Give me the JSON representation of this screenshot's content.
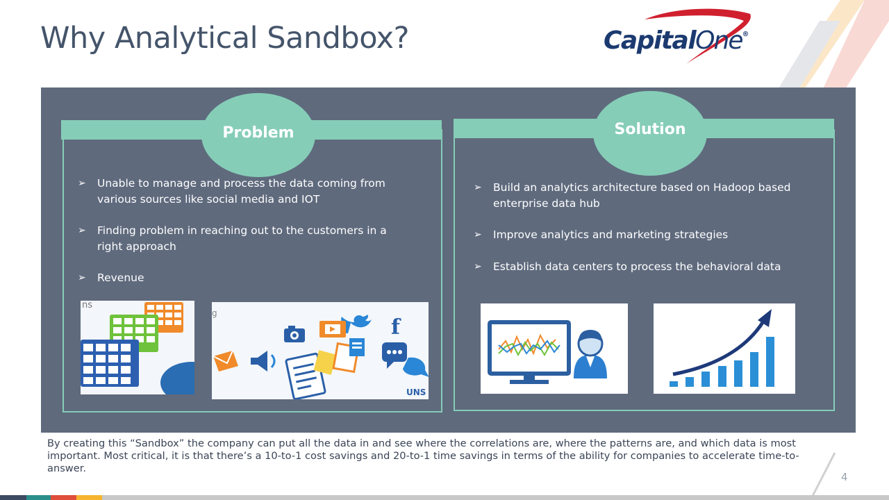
{
  "slide": {
    "title": "Why Analytical Sandbox?",
    "page_number": "4"
  },
  "logo": {
    "part1": "Capital",
    "part2": "One",
    "registered": "®"
  },
  "problem": {
    "heading": "Problem",
    "items": [
      "Unable to manage and process the data coming from various sources like social media and IOT",
      "Finding problem in reaching out to the customers in a right approach",
      "Revenue"
    ]
  },
  "solution": {
    "heading": "Solution",
    "items": [
      "Build an analytics architecture based on Hadoop based enterprise data hub",
      "Improve analytics and marketing strategies",
      "Establish data centers to process the behavioral data"
    ]
  },
  "image_text": {
    "left_cut": "ns",
    "unstructured_cut": "UNS"
  },
  "caption": "By creating this “Sandbox” the company can put all the data in and see where the correlations are, where the patterns are, and which data is most important. Most critical, it is that there’s a 10-to-1 cost savings and 20-to-1 time savings in terms of the ability for companies to accelerate time-to-answer.",
  "colors": {
    "panel": "#5f6a7d",
    "accent": "#86cdb7",
    "title": "#44546a",
    "logo_blue": "#1b3a70",
    "logo_red": "#d0202e"
  },
  "icons": [
    "bullet-arrow-icon",
    "twitter-icon",
    "facebook-icon",
    "camera-icon",
    "email-icon",
    "megaphone-icon",
    "chat-icon",
    "document-icon",
    "monitor-chart-icon",
    "person-icon",
    "growth-chart-icon"
  ]
}
